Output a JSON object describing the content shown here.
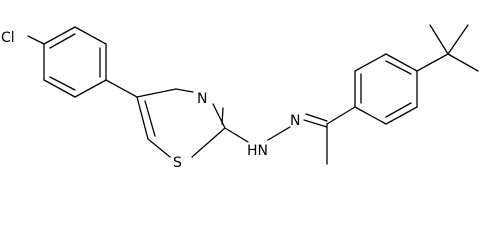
{
  "atoms": {
    "cl": "Cl",
    "n_thiazole": "N",
    "s_thiazole": "S",
    "nh": "HN",
    "n_imine": "N"
  },
  "colors": {
    "bond": "#000000",
    "label": "#000000",
    "background": "#ffffff"
  }
}
